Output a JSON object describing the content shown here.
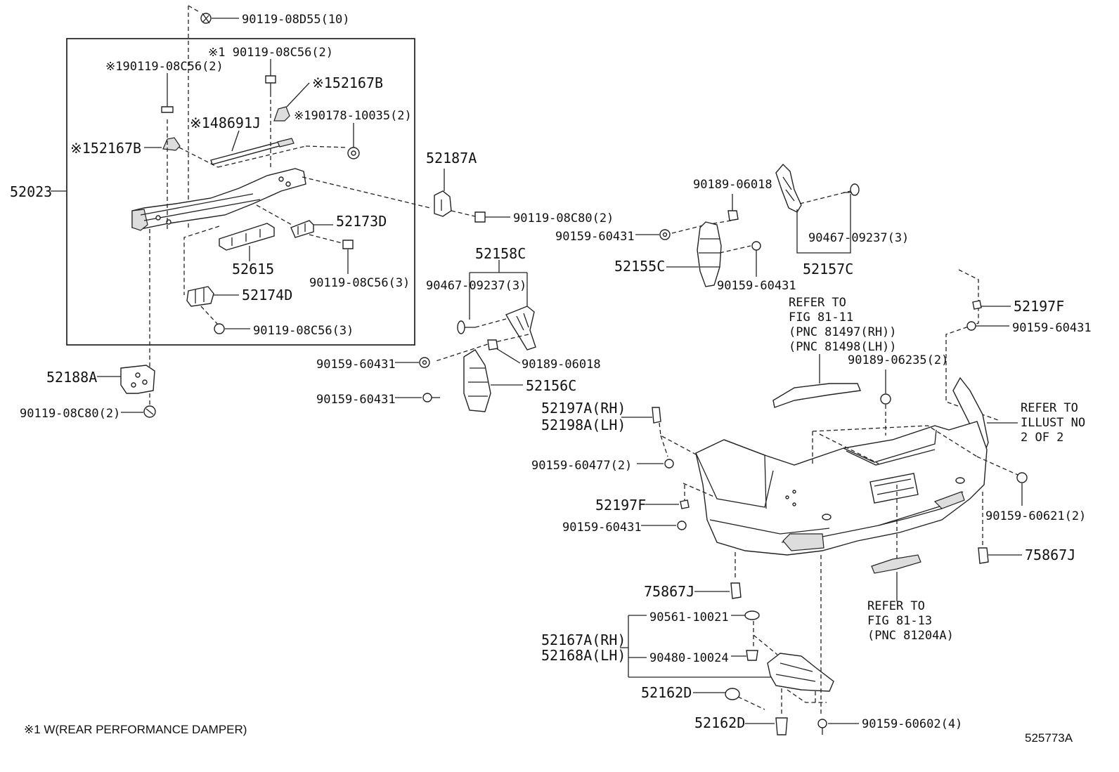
{
  "labels": {
    "p_90119_08D55_10": "90119-08D55(10)",
    "p_90119_08C56_2_a": "※1 90119-08C56(2)",
    "p_90119_08C56_2_b": "※190119-08C56(2)",
    "p_52167B_a": "※152167B",
    "p_48691J": "※148691J",
    "p_90178_10035_2": "※190178-10035(2)",
    "p_52167B_b": "※152167B",
    "p_52023": "52023",
    "p_52173D": "52173D",
    "p_52615": "52615",
    "p_90119_08C56_3_a": "90119-08C56(3)",
    "p_52174D": "52174D",
    "p_90119_08C56_3_b": "90119-08C56(3)",
    "p_52188A": "52188A",
    "p_90119_08C80_2_a": "90119-08C80(2)",
    "p_52187A": "52187A",
    "p_90119_08C80_2_b": "90119-08C80(2)",
    "p_52158C": "52158C",
    "p_90467_09237_3_a": "90467-09237(3)",
    "p_90159_60431_a": "90159-60431",
    "p_90189_06018_a": "90189-06018",
    "p_90159_60431_b": "90159-60431",
    "p_52156C": "52156C",
    "p_90189_06018_b": "90189-06018",
    "p_90159_60431_c": "90159-60431",
    "p_52155C": "52155C",
    "p_90159_60431_d": "90159-60431",
    "p_90467_09237_3_b": "90467-09237(3)",
    "p_52157C": "52157C",
    "p_52197F_a": "52197F",
    "p_90159_60431_e": "90159-60431",
    "p_90189_06235_2": "90189-06235(2)",
    "p_52197A_RH": "52197A(RH)",
    "p_52198A_LH": "52198A(LH)",
    "p_90159_60477_2": "90159-60477(2)",
    "p_52197F_b": "52197F",
    "p_90159_60431_f": "90159-60431",
    "p_90159_60621_2": "90159-60621(2)",
    "p_75867J_a": "75867J",
    "p_75867J_b": "75867J",
    "p_90561_10021": "90561-10021",
    "p_52167A_RH": "52167A(RH)",
    "p_52168A_LH": "52168A(LH)",
    "p_90480_10024": "90480-10024",
    "p_52162D_a": "52162D",
    "p_52162D_b": "52162D",
    "p_90159_60602_4": "90159-60602(4)"
  },
  "refs": {
    "ref1": [
      "REFER TO",
      "FIG 81-11",
      "(PNC 81497(RH))",
      "(PNC 81498(LH))"
    ],
    "ref2": [
      "REFER TO",
      "ILLUST NO",
      "2 OF 2"
    ],
    "ref3": [
      "REFER TO",
      "FIG 81-13",
      "(PNC 81204A)"
    ]
  },
  "footnote": "※1 W(REAR PERFORMANCE DAMPER)",
  "illustration_id": "525773A"
}
